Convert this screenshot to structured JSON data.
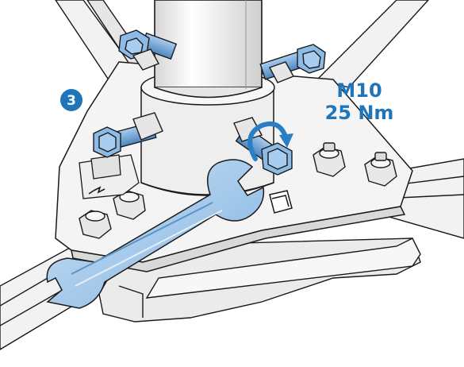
{
  "step": {
    "number": "3",
    "badge_color": "#1f75b9"
  },
  "spec": {
    "bolt_size": "M10",
    "torque": "25 Nm",
    "color": "#1f75b9"
  },
  "colors": {
    "line": "#1a1a1a",
    "metal": "#f2f2f2",
    "metal_shade": "#dcdcdc",
    "bolt_blue": "#7aaad6",
    "bolt_blue_dark": "#4d86bf",
    "wrench_light": "#a9cdee",
    "wrench_mid": "#7fb2e0",
    "arrow_blue": "#2a7fc4"
  },
  "icons": {
    "wrench": "open-end-wrench-icon",
    "rotation": "clockwise-rotation-arrow-icon",
    "ground": "ground-symbol-icon"
  }
}
